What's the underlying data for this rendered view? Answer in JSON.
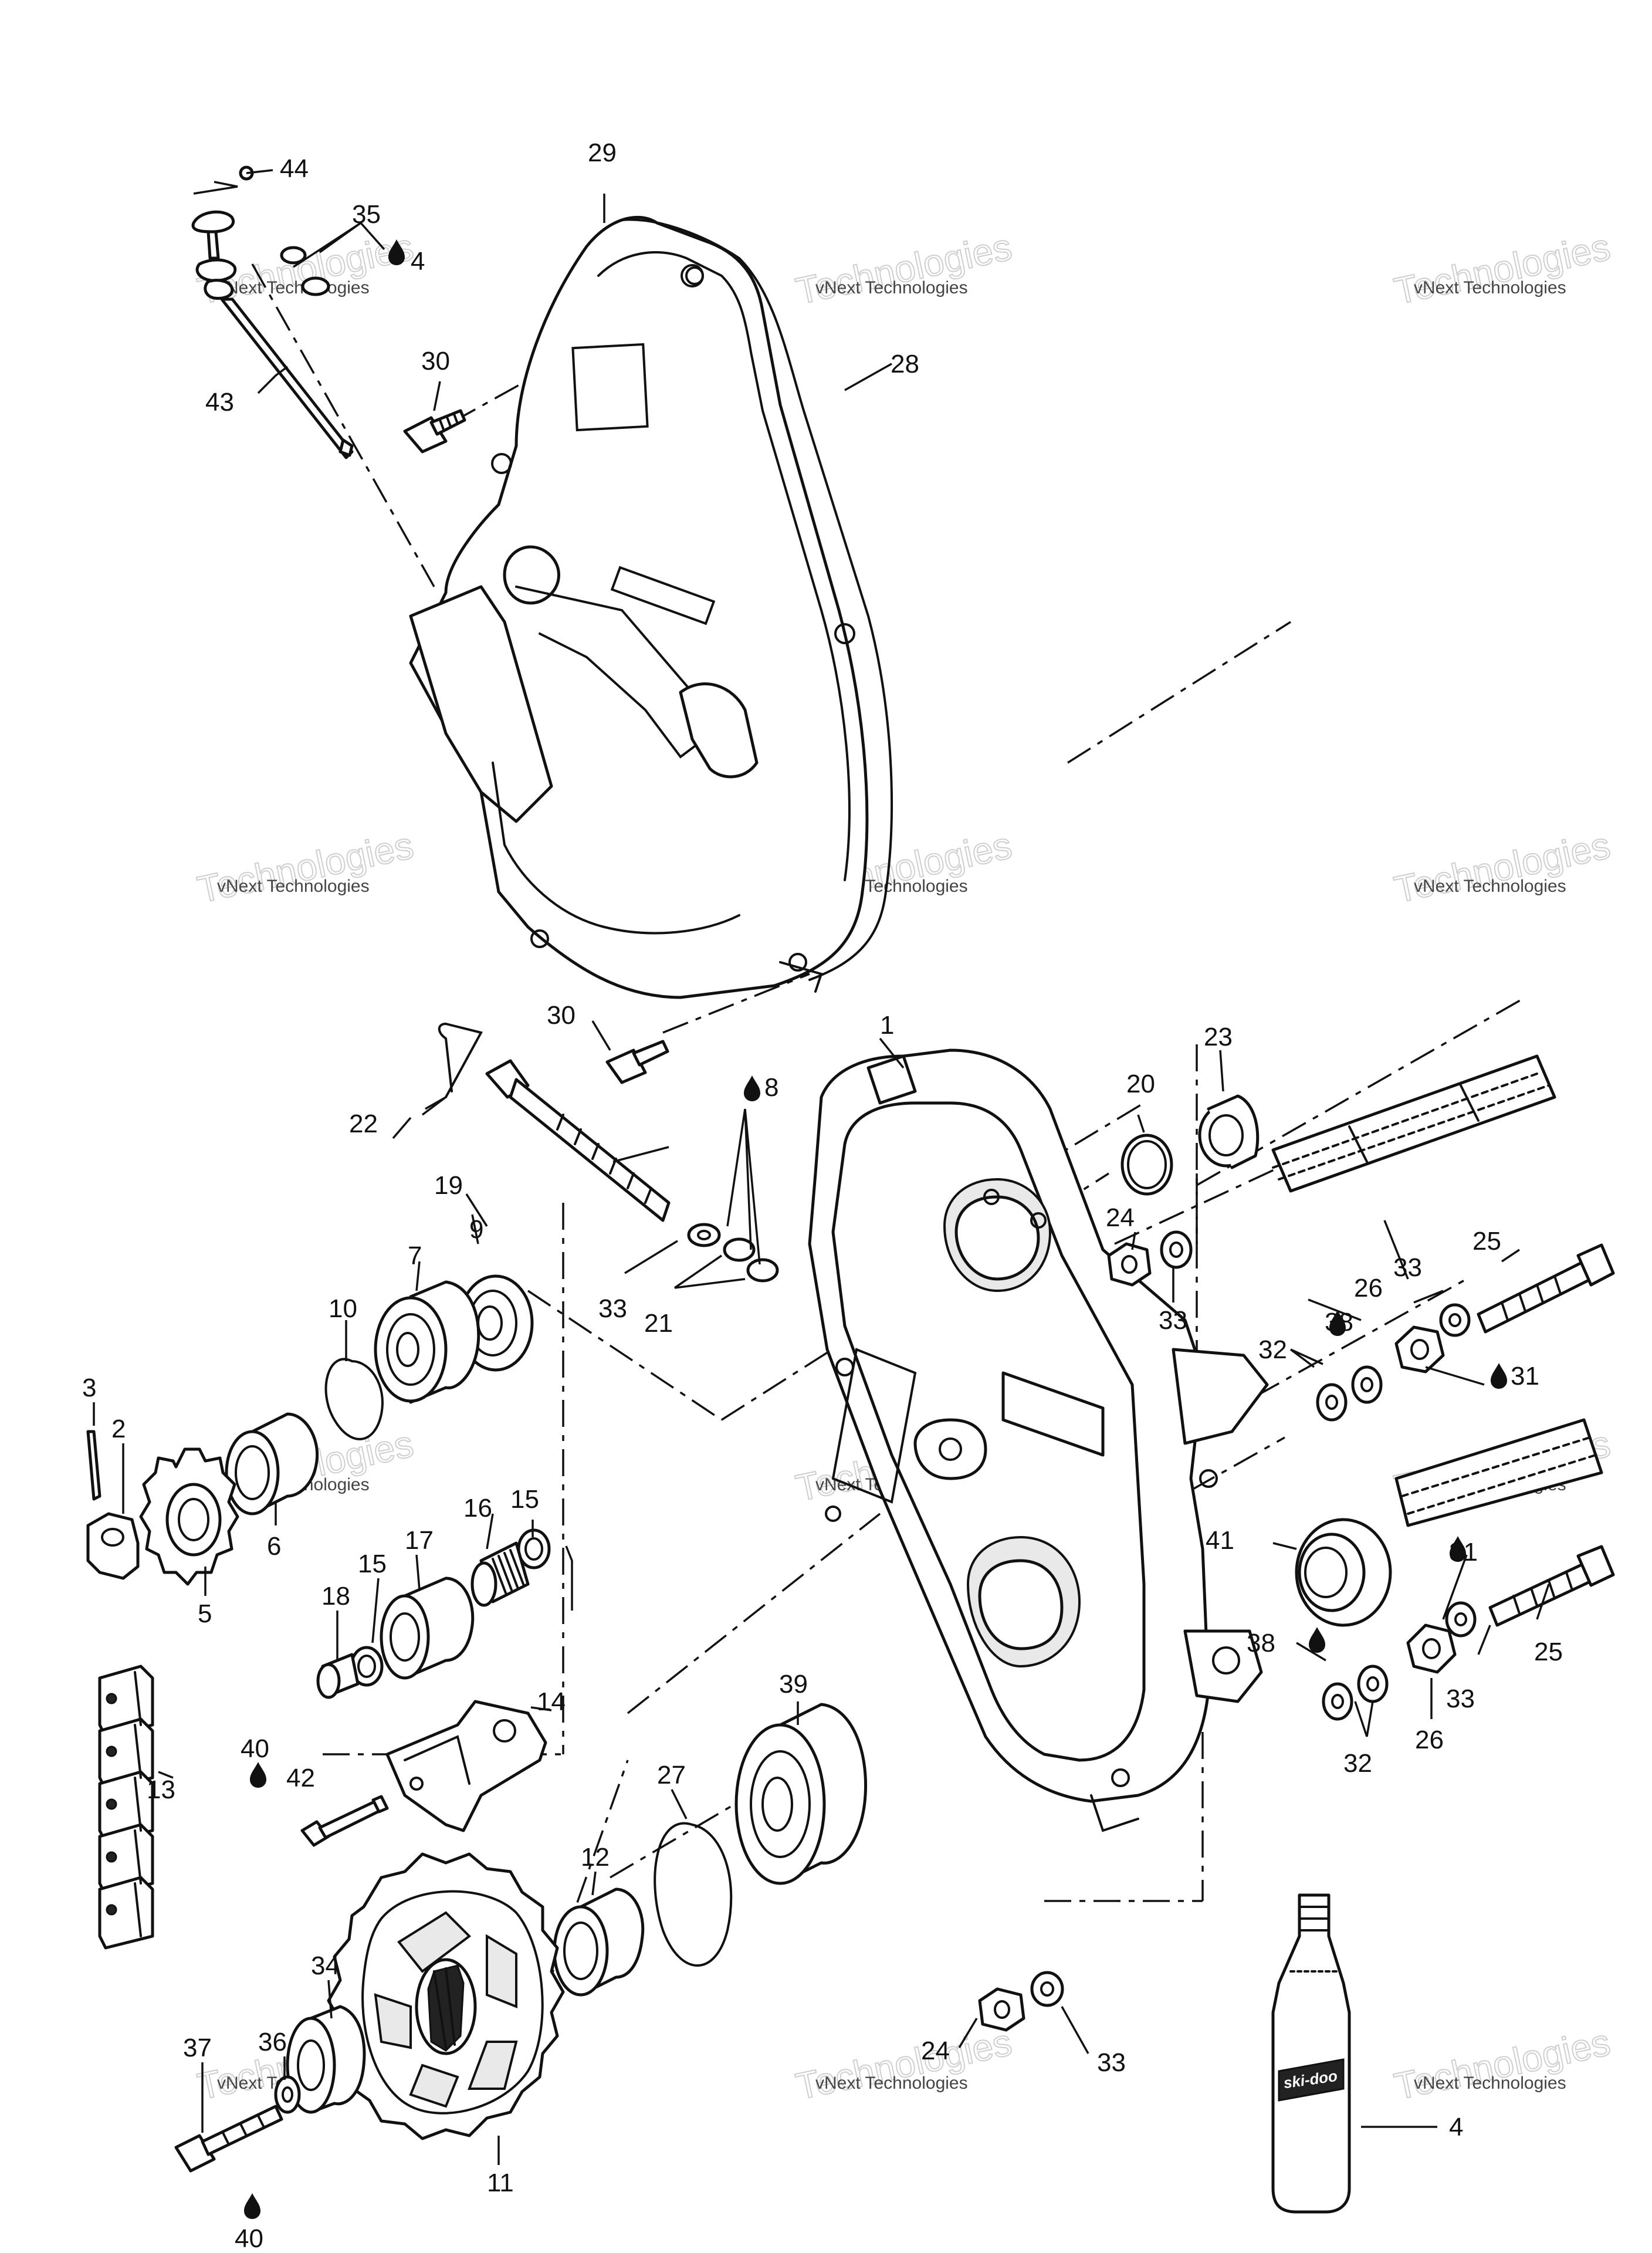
{
  "watermark": {
    "brand": "vNext",
    "line1": "vNext Technologies",
    "line2": "Technologies"
  },
  "oil_drop_icon": "oil-drop-icon",
  "callouts": [
    {
      "id": "c1",
      "text": "1"
    },
    {
      "id": "c2",
      "text": "2"
    },
    {
      "id": "c3",
      "text": "3"
    },
    {
      "id": "c4a",
      "text": "4"
    },
    {
      "id": "c4b",
      "text": "4"
    },
    {
      "id": "c5",
      "text": "5"
    },
    {
      "id": "c6",
      "text": "6"
    },
    {
      "id": "c7",
      "text": "7"
    },
    {
      "id": "c8",
      "text": "8"
    },
    {
      "id": "c9",
      "text": "9"
    },
    {
      "id": "c10",
      "text": "10"
    },
    {
      "id": "c11",
      "text": "11"
    },
    {
      "id": "c12",
      "text": "12"
    },
    {
      "id": "c13",
      "text": "13"
    },
    {
      "id": "c14",
      "text": "14"
    },
    {
      "id": "c15a",
      "text": "15"
    },
    {
      "id": "c15b",
      "text": "15"
    },
    {
      "id": "c16",
      "text": "16"
    },
    {
      "id": "c17",
      "text": "17"
    },
    {
      "id": "c18",
      "text": "18"
    },
    {
      "id": "c19",
      "text": "19"
    },
    {
      "id": "c20",
      "text": "20"
    },
    {
      "id": "c21",
      "text": "21"
    },
    {
      "id": "c22",
      "text": "22"
    },
    {
      "id": "c23",
      "text": "23"
    },
    {
      "id": "c24a",
      "text": "24"
    },
    {
      "id": "c24b",
      "text": "24"
    },
    {
      "id": "c25a",
      "text": "25"
    },
    {
      "id": "c25b",
      "text": "25"
    },
    {
      "id": "c26a",
      "text": "26"
    },
    {
      "id": "c26b",
      "text": "26"
    },
    {
      "id": "c27",
      "text": "27"
    },
    {
      "id": "c28",
      "text": "28"
    },
    {
      "id": "c29",
      "text": "29"
    },
    {
      "id": "c30a",
      "text": "30"
    },
    {
      "id": "c30b",
      "text": "30"
    },
    {
      "id": "c31a",
      "text": "31"
    },
    {
      "id": "c31b",
      "text": "31"
    },
    {
      "id": "c32a",
      "text": "32"
    },
    {
      "id": "c32b",
      "text": "32"
    },
    {
      "id": "c33a",
      "text": "33"
    },
    {
      "id": "c33b",
      "text": "33"
    },
    {
      "id": "c33c",
      "text": "33"
    },
    {
      "id": "c33d",
      "text": "33"
    },
    {
      "id": "c33e",
      "text": "33"
    },
    {
      "id": "c34",
      "text": "34"
    },
    {
      "id": "c35",
      "text": "35"
    },
    {
      "id": "c36",
      "text": "36"
    },
    {
      "id": "c37",
      "text": "37"
    },
    {
      "id": "c38a",
      "text": "38"
    },
    {
      "id": "c38b",
      "text": "38"
    },
    {
      "id": "c39",
      "text": "39"
    },
    {
      "id": "c40a",
      "text": "40"
    },
    {
      "id": "c40b",
      "text": "40"
    },
    {
      "id": "c41",
      "text": "41"
    },
    {
      "id": "c42",
      "text": "42"
    },
    {
      "id": "c43",
      "text": "43"
    },
    {
      "id": "c44",
      "text": "44"
    }
  ],
  "bottle_label": "ski-doo"
}
